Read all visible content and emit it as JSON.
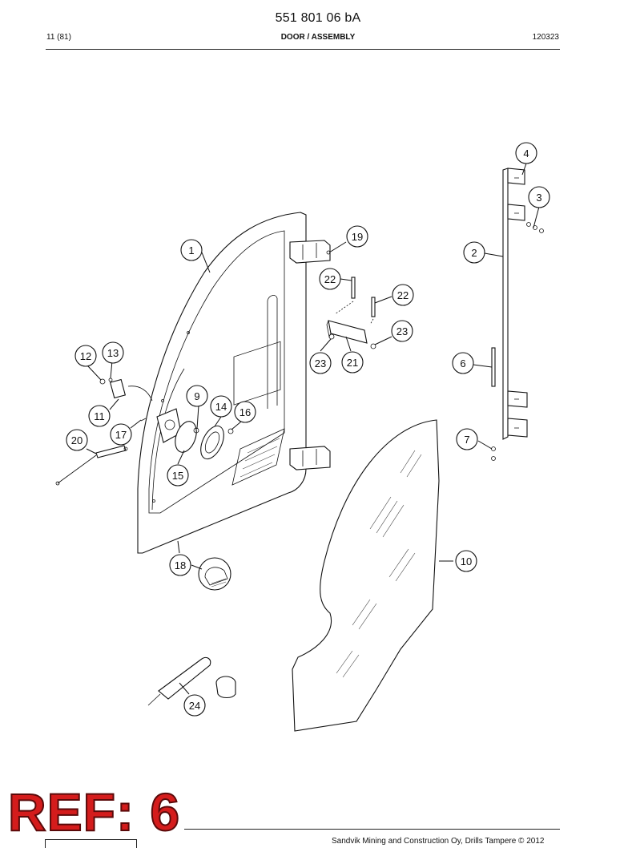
{
  "header": {
    "doc_number": "551 801 06 bA",
    "page_info": "11 (81)",
    "title": "DOOR / ASSEMBLY",
    "date_code": "120323"
  },
  "stamp": {
    "text": "REF: 6",
    "color": "#d41c1c"
  },
  "footer": {
    "copyright": "Sandvik Mining and Construction Oy, Drills Tampere © 2012"
  },
  "callouts": [
    "1",
    "2",
    "3",
    "4",
    "6",
    "7",
    "9",
    "10",
    "11",
    "12",
    "13",
    "14",
    "15",
    "16",
    "17",
    "18",
    "19",
    "20",
    "21",
    "22",
    "22",
    "23",
    "23",
    "24"
  ]
}
